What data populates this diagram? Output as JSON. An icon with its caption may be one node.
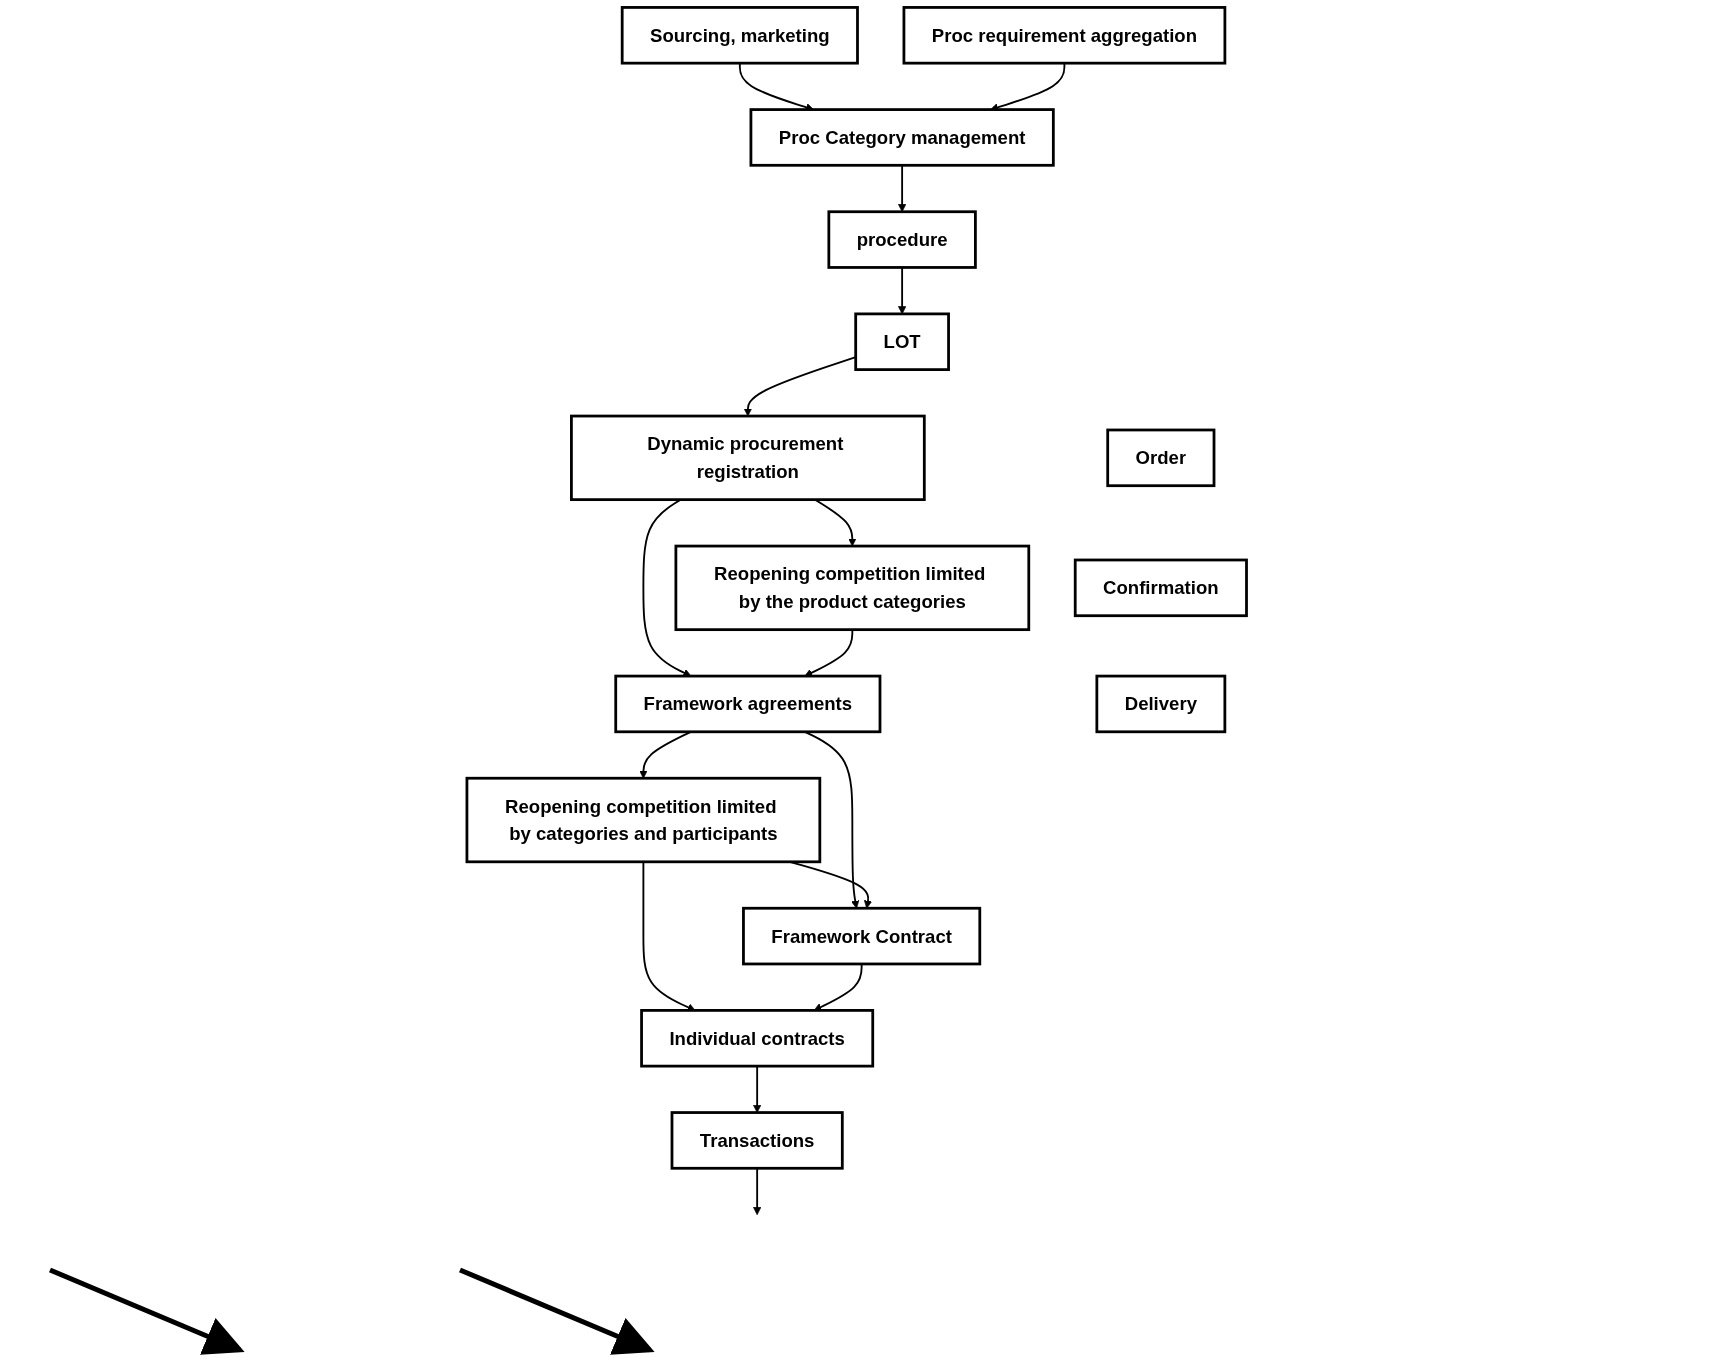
{
  "diagram": {
    "nodes": [
      {
        "text": [
          "Proc Category management"
        ]
      },
      {
        "text": [
          "Sourcing, marketing"
        ]
      },
      {
        "text": [
          "Proc requirement aggregation"
        ]
      },
      {
        "text": [
          "procedure"
        ]
      },
      {
        "text": [
          "LOT"
        ]
      },
      {
        "text": [
          "Dynamic procurement registration"
        ]
      },
      {
        "text": [
          "Reopening competition limited by the product categories"
        ]
      },
      {
        "text": [
          "Framework agreements"
        ]
      },
      {
        "text": [
          "Reopening competition limited by categories and participants"
        ]
      },
      {
        "text": [
          "Framework Contract"
        ]
      },
      {
        "text": [
          "Individual contracts"
        ]
      },
      {
        "text": [
          "Order"
        ]
      },
      {
        "text": [
          "Confirmation"
        ]
      },
      {
        "text": [
          "Delivery"
        ]
      },
      {
        "text": [
          "Transactions"
        ]
      }
    ],
    "edges": [
      {
        "from": 1,
        "to": 0,
        "arrow": "to"
      },
      {
        "from": 2,
        "to": 0,
        "arrow": "to"
      },
      {
        "from": 0,
        "to": 3,
        "arrow": "to"
      },
      {
        "from": 3,
        "to": 4,
        "arrow": "to"
      },
      {
        "from": 4,
        "to": 5,
        "arrow": "to"
      },
      {
        "from": 5,
        "to": 6,
        "arrow": "to"
      },
      {
        "from": 5,
        "to": 7,
        "arrow": "to"
      },
      {
        "from": 6,
        "to": 7,
        "arrow": "to"
      },
      {
        "from": 7,
        "to": 8,
        "arrow": "to"
      },
      {
        "from": 7,
        "to": 9,
        "arrow": "to"
      },
      {
        "from": 8,
        "to": 9,
        "arrow": "to"
      },
      {
        "from": 8,
        "to": 10,
        "arrow": "to"
      },
      {
        "from": 9,
        "to": 10,
        "arrow": "to"
      },
      {
        "from": 10,
        "to": 14,
        "arrow": "to"
      },
      {
        "from": 14,
        "to": null,
        "arrow": "to"
      }
    ]
  }
}
